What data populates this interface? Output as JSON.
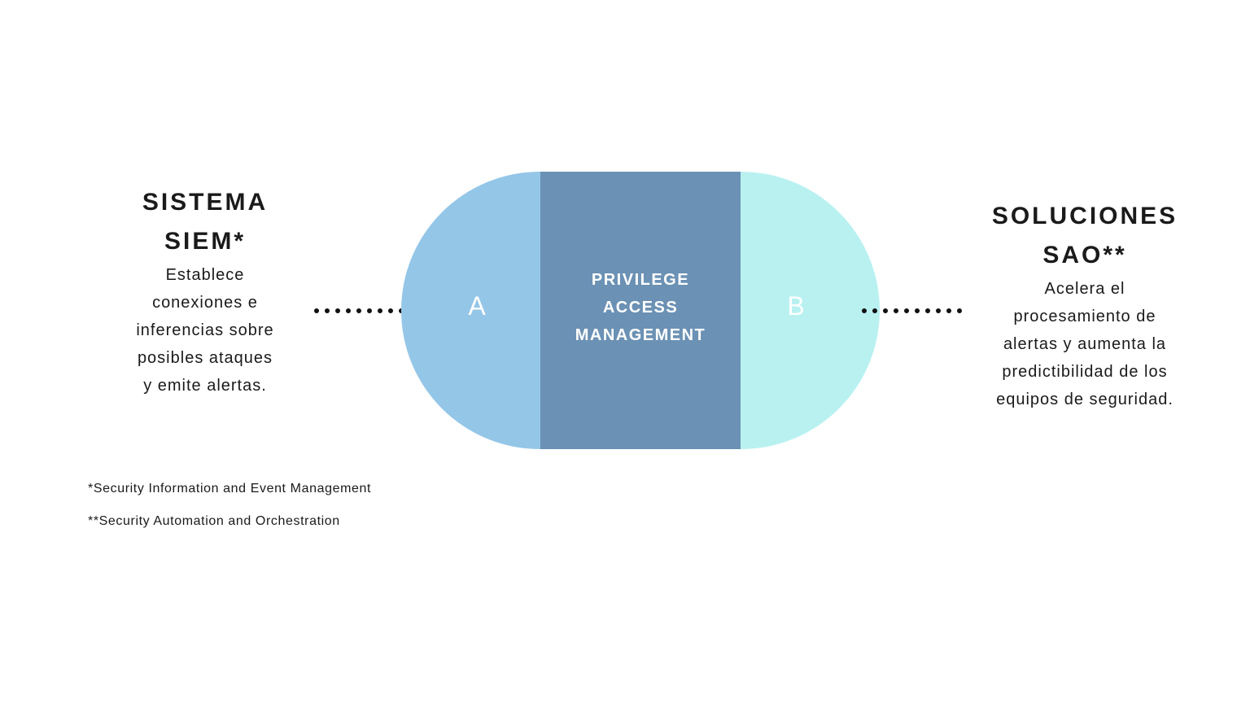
{
  "left": {
    "title_lines": [
      "SISTEMA",
      "SIEM*"
    ],
    "desc_lines": [
      "Establece",
      "conexiones e",
      "inferencias sobre",
      "posibles ataques",
      "y emite alertas."
    ]
  },
  "right": {
    "title_lines": [
      "SOLUCIONES",
      "SAO**"
    ],
    "desc_lines": [
      "Acelera el",
      "procesamiento de",
      "alertas y aumenta la",
      "predictibilidad de los",
      "equipos de seguridad."
    ]
  },
  "diagram": {
    "left_label": "A",
    "right_label": "B",
    "center_lines": [
      "PRIVILEGE",
      "ACCESS",
      "MANAGEMENT"
    ],
    "colors": {
      "left_half": "#94c6e8",
      "center": "#6b91b4",
      "right_half": "#b9f1f1",
      "dots": "#111111"
    }
  },
  "footnotes": [
    "*Security Information and Event Management",
    "**Security Automation and Orchestration"
  ]
}
